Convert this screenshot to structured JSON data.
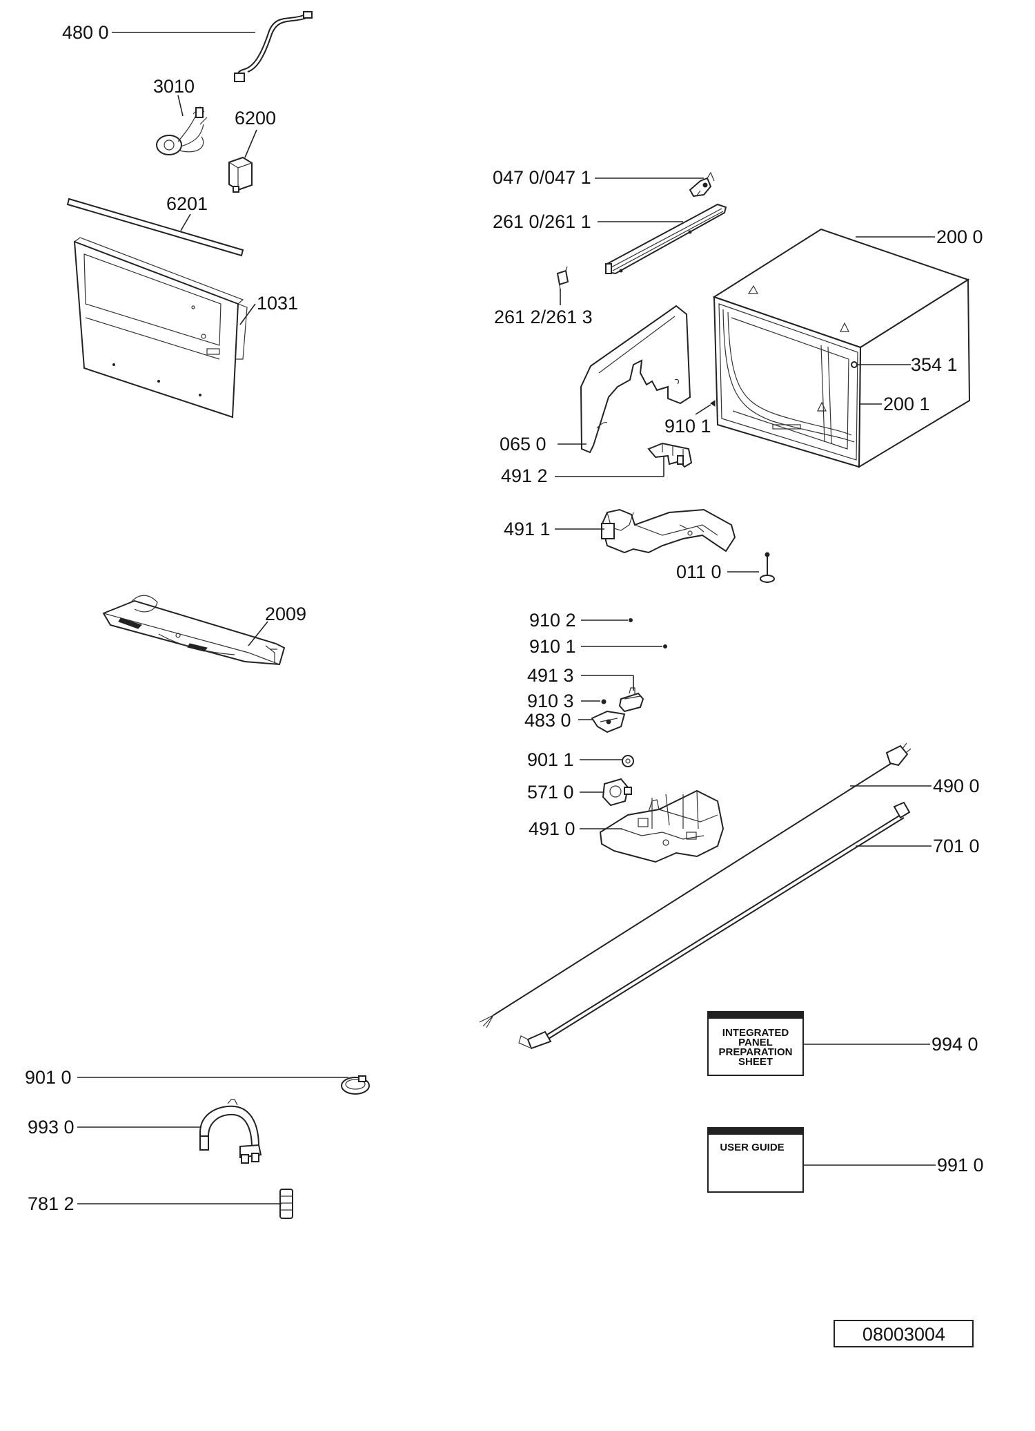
{
  "parts": {
    "p4800": "480 0",
    "p3010": "3010",
    "p6200": "6200",
    "p6201": "6201",
    "p1031": "1031",
    "p2009": "2009",
    "p0470": "047 0/047 1",
    "p2610": "261 0/261 1",
    "p2612": "261 2/261 3",
    "p2000": "200 0",
    "p3541": "354 1",
    "p2001": "200 1",
    "p9101a": "910 1",
    "p0650": "065 0",
    "p4912": "491 2",
    "p4911": "491 1",
    "p0110": "011 0",
    "p9102": "910 2",
    "p9101b": "910 1",
    "p4913": "491 3",
    "p9103": "910 3",
    "p4830": "483 0",
    "p9011": "901 1",
    "p5710": "571 0",
    "p4900": "490 0",
    "p4910": "491 0",
    "p7010": "701 0",
    "p9940": "994 0",
    "p9910": "991 0",
    "p9010": "901 0",
    "p9930": "993 0",
    "p7812": "781 2"
  },
  "documents": {
    "panel_sheet": {
      "line1": "INTEGRATED",
      "line2": "PANEL",
      "line3": "PREPARATION",
      "line4": "SHEET"
    },
    "user_guide": {
      "title": "USER GUIDE"
    }
  },
  "reference_number": "08003004"
}
